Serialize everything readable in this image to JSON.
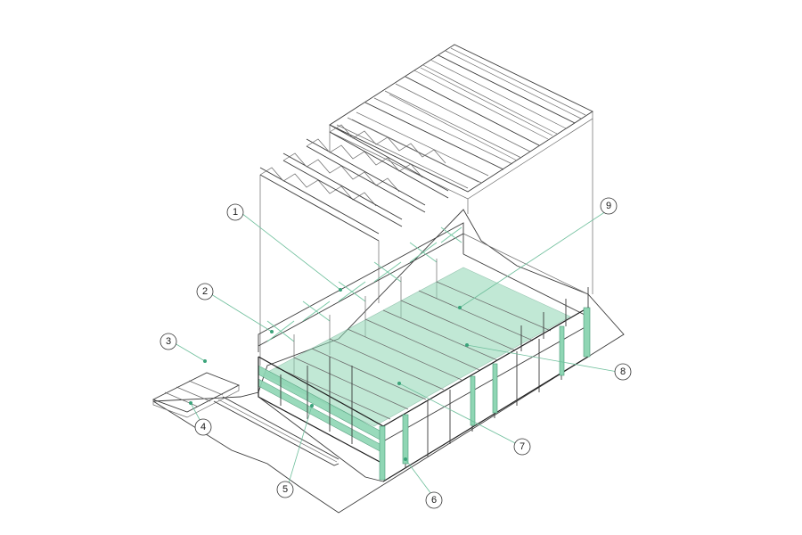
{
  "callouts": [
    "1",
    "2",
    "3",
    "4",
    "5",
    "6",
    "7",
    "8",
    "9"
  ],
  "colors": {
    "accent": "#8fd6b4",
    "line": "#3a3a3a",
    "leader": "#6fbf9c"
  }
}
